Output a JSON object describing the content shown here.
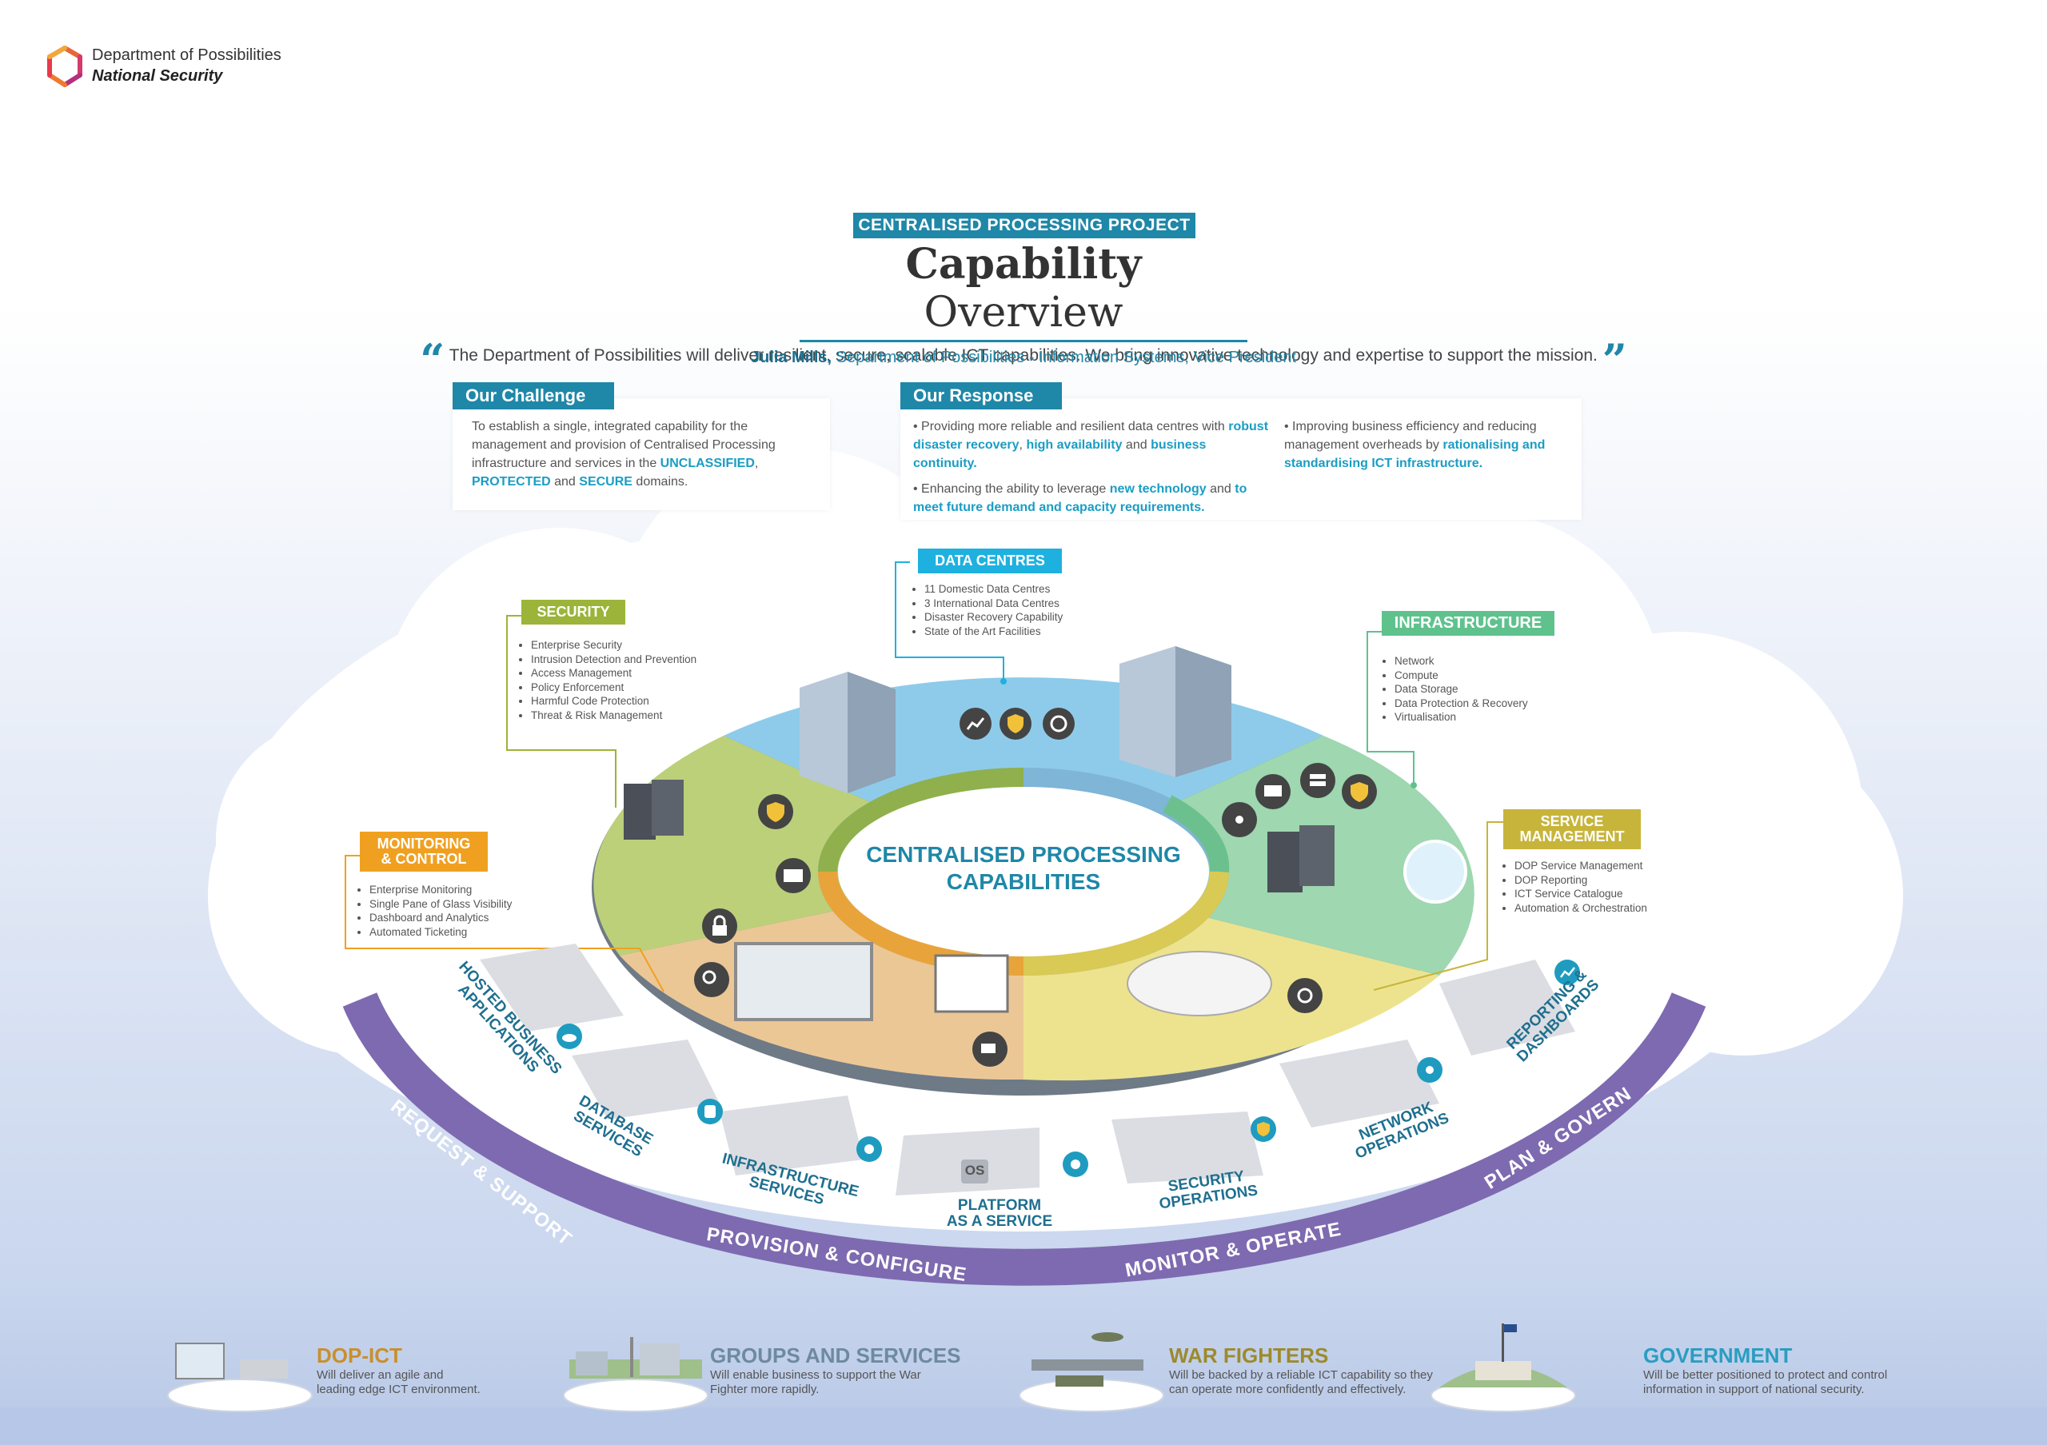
{
  "header": {
    "org_name": "Department of Possibilities",
    "org_unit": "National Security",
    "project_banner": "CENTRALISED PROCESSING PROJECT",
    "title_bold": "Capability",
    "title_regular": "Overview"
  },
  "quote": {
    "text": "The Department of Possibilities will deliver resilient, secure, scalable ICT capabilities. We bring innovative technology and expertise to support the mission.",
    "author": "Julia Mills,",
    "role": "Separtment of Possibilities - Information Systems, Vice President"
  },
  "challenge": {
    "title": "Our Challenge",
    "text1": "To establish a single, integrated capability for the management and provision of Centralised Processing infrastructure and services in the",
    "hl1": "UNCLASSIFIED",
    "sep1": ",",
    "hl2": "PROTECTED",
    "sep2": "and",
    "hl3": "SECURE",
    "text2": "domains."
  },
  "response": {
    "title": "Our Response",
    "b1_text": "Providing more reliable and resilient data centres with",
    "b1_hl1": "robust disaster recovery",
    "b1_sep": ",",
    "b1_hl2": "high availability",
    "b1_and": "and",
    "b1_hl3": "business continuity.",
    "b2_text": "Enhancing the ability to leverage",
    "b2_hl1": "new technology",
    "b2_and": "and",
    "b2_hl2": "to meet future demand and capacity requirements.",
    "b3_text": "Improving business efficiency and reducing management overheads by",
    "b3_hl": "rationalising and standardising ICT infrastructure."
  },
  "segments": {
    "data_centres": {
      "label": "DATA CENTRES",
      "items": [
        "11 Domestic Data Centres",
        "3 International Data Centres",
        "Disaster Recovery Capability",
        "State of the Art Facilities"
      ]
    },
    "security": {
      "label": "SECURITY",
      "items": [
        "Enterprise Security",
        "Intrusion Detection and Prevention",
        "Access Management",
        "Policy Enforcement",
        "Harmful Code Protection",
        "Threat & Risk Management"
      ]
    },
    "infrastructure": {
      "label": "INFRASTRUCTURE",
      "items": [
        "Network",
        "Compute",
        "Data Storage",
        "Data Protection & Recovery",
        "Virtualisation"
      ]
    },
    "monitoring": {
      "label_l1": "MONITORING",
      "label_l2": "& CONTROL",
      "items": [
        "Enterprise Monitoring",
        "Single Pane of Glass Visibility",
        "Dashboard and Analytics",
        "Automated Ticketing"
      ]
    },
    "service_mgmt": {
      "label_l1": "SERVICE",
      "label_l2": "MANAGEMENT",
      "items": [
        "DOP Service Management",
        "DOP Reporting",
        "ICT Service Catalogue",
        "Automation & Orchestration"
      ]
    }
  },
  "center": {
    "line1": "CENTRALISED PROCESSING",
    "line2": "CAPABILITIES"
  },
  "services": {
    "hosted": {
      "l1": "HOSTED BUSINESS",
      "l2": "APPLICATIONS"
    },
    "database": {
      "l1": "DATABASE",
      "l2": "SERVICES"
    },
    "infra": {
      "l1": "INFRASTRUCTURE",
      "l2": "SERVICES"
    },
    "platform": {
      "l1": "PLATFORM",
      "l2": "AS A SERVICE"
    },
    "secops": {
      "l1": "SECURITY OPERATIONS"
    },
    "netops": {
      "l1": "NETWORK OPERATIONS"
    },
    "reporting": {
      "l1": "REPORTING &",
      "l2": "DASHBOARDS"
    },
    "os_badge": "OS"
  },
  "band": {
    "request": "REQUEST & SUPPORT",
    "provision": "PROVISION & CONFIGURE",
    "monitor": "MONITOR & OPERATE",
    "plan": "PLAN & GOVERN"
  },
  "footer": [
    {
      "title": "DOP-ICT",
      "color": "#c8902c",
      "desc_l1": "Will deliver an agile and",
      "desc_l2": "leading edge ICT environment."
    },
    {
      "title": "GROUPS AND SERVICES",
      "color": "#6d8aa0",
      "desc_l1": "Will enable business to support the War",
      "desc_l2": "Fighter more rapidly."
    },
    {
      "title": "WAR FIGHTERS",
      "color": "#9c8a2c",
      "desc_l1": "Will be backed by a reliable ICT capability so they",
      "desc_l2": "can operate more confidently and effectively."
    },
    {
      "title": "GOVERNMENT",
      "color": "#2a9dc0",
      "desc_l1": "Will be better positioned to protect and control",
      "desc_l2": "information in support of national security."
    }
  ],
  "colors": {
    "brand_teal": "#1f87a8",
    "data_centres": "#1eb1e0",
    "security": "#9bb439",
    "infrastructure": "#5fc28d",
    "monitoring": "#f0a020",
    "service_mgmt": "#c7b43a",
    "band_purple": "#7e6ab0"
  }
}
